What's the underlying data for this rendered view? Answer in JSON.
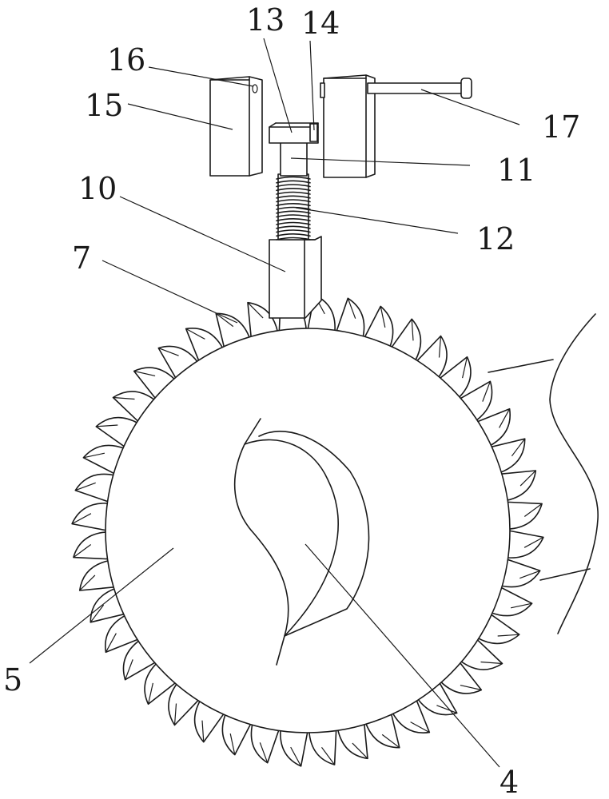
{
  "diagram": {
    "labels": {
      "l4": "4",
      "l5": "5",
      "l7": "7",
      "l10": "10",
      "l11": "11",
      "l12": "12",
      "l13": "13",
      "l14": "14",
      "l15": "15",
      "l16": "16",
      "l17": "17"
    },
    "line_color": "#1a1a1a",
    "background_color": "#ffffff",
    "saw_tooth_count": 44
  }
}
